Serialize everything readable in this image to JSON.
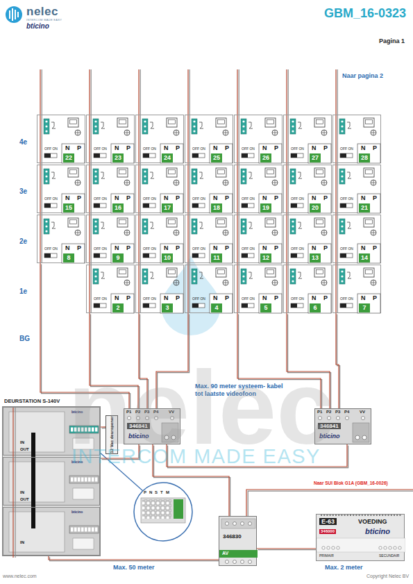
{
  "diagram": {
    "title": "GBM_16-0323",
    "nodes": [
      {
        "text": [
          "OFF ON",
          "N",
          "P",
          "22"
        ]
      },
      {
        "text": [
          "OFF ON",
          "N",
          "P",
          "23"
        ]
      },
      {
        "text": [
          "OFF ON",
          "N",
          "P",
          "24"
        ]
      },
      {
        "text": [
          "OFF ON",
          "N",
          "P",
          "25"
        ]
      },
      {
        "text": [
          "OFF ON",
          "N",
          "P",
          "26"
        ]
      },
      {
        "text": [
          "OFF ON",
          "N",
          "P",
          "27"
        ]
      },
      {
        "text": [
          "OFF ON",
          "N",
          "P",
          "28"
        ]
      },
      {
        "text": [
          "OFF ON",
          "N",
          "P",
          "15"
        ]
      },
      {
        "text": [
          "OFF ON",
          "N",
          "P",
          "16"
        ]
      },
      {
        "text": [
          "OFF ON",
          "N",
          "P",
          "17"
        ]
      },
      {
        "text": [
          "OFF ON",
          "N",
          "P",
          "18"
        ]
      },
      {
        "text": [
          "OFF ON",
          "N",
          "P",
          "19"
        ]
      },
      {
        "text": [
          "OFF ON",
          "N",
          "P",
          "20"
        ]
      },
      {
        "text": [
          "OFF ON",
          "N",
          "P",
          "21"
        ]
      },
      {
        "text": [
          "OFF ON",
          "N",
          "P",
          "8"
        ]
      },
      {
        "text": [
          "OFF ON",
          "N",
          "P",
          "9"
        ]
      },
      {
        "text": [
          "OFF ON",
          "N",
          "P",
          "10"
        ]
      },
      {
        "text": [
          "OFF ON",
          "N",
          "P",
          "11"
        ]
      },
      {
        "text": [
          "OFF ON",
          "N",
          "P",
          "12"
        ]
      },
      {
        "text": [
          "OFF ON",
          "N",
          "P",
          "13"
        ]
      },
      {
        "text": [
          "OFF ON",
          "N",
          "P",
          "14"
        ]
      },
      {
        "text": [
          "OFF ON",
          "N",
          "P",
          "2"
        ]
      },
      {
        "text": [
          "OFF ON",
          "N",
          "P",
          "3"
        ]
      },
      {
        "text": [
          "OFF ON",
          "N",
          "P",
          "4"
        ]
      },
      {
        "text": [
          "OFF ON",
          "N",
          "P",
          "5"
        ]
      },
      {
        "text": [
          "OFF ON",
          "N",
          "P",
          "6"
        ]
      },
      {
        "text": [
          "OFF ON",
          "N",
          "P",
          "7"
        ]
      },
      {
        "text": [
          "DEURSTATION S-140V"
        ]
      },
      {
        "text": [
          "bticino",
          "IN",
          "OUT"
        ],
        "in": 27
      },
      {
        "text": [
          "bticino",
          "IN",
          "OUT"
        ],
        "in": 27
      },
      {
        "text": [
          "bticino",
          "IN"
        ],
        "in": 27
      },
      {
        "text": [
          "12 Vac deuropener"
        ]
      },
      {
        "text": [
          "P1",
          "P2",
          "P3",
          "P4",
          "VV",
          "346841",
          "bticino"
        ]
      },
      {
        "text": [
          "P1",
          "P2",
          "P3",
          "P4",
          "VV",
          "346841",
          "bticino"
        ]
      },
      {
        "text": [
          "346830",
          "AV"
        ]
      },
      {
        "text": [
          "E-63",
          "VOEDING",
          "346000",
          "bticino",
          "PRIMAIR",
          "SECUNDAIR"
        ]
      }
    ],
    "edges": [
      {
        "from": 32,
        "to": 14,
        "arrow": "none"
      },
      {
        "from": 32,
        "to": 21,
        "arrow": "none"
      },
      {
        "from": 32,
        "to": 22,
        "arrow": "none"
      },
      {
        "from": 32,
        "to": 23,
        "arrow": "none"
      },
      {
        "from": 33,
        "to": 24,
        "arrow": "none"
      },
      {
        "from": 33,
        "to": 25,
        "arrow": "none"
      },
      {
        "from": 33,
        "to": 26,
        "arrow": "none"
      },
      {
        "from": 27,
        "to": 31,
        "arrow": "none"
      },
      {
        "from": 27,
        "to": 32,
        "arrow": "none"
      },
      {
        "from": 32,
        "to": 33,
        "arrow": "none"
      },
      {
        "from": 34,
        "to": 32,
        "arrow": "none"
      },
      {
        "from": 27,
        "to": 34,
        "arrow": "none"
      },
      {
        "from": 34,
        "to": 35,
        "arrow": "none"
      }
    ],
    "labels": [
      "Pagina 1",
      "Naar pagina 2",
      "4e",
      "3e",
      "2e",
      "1e",
      "BG",
      "Max. 90 meter systeem- kabel tot laatste videofoon",
      "Naar SUI Blok G1A (GBM_16-0026)",
      "Max. 50 meter",
      "Max. 2 meter",
      "www.nelec.com",
      "Copyright Nelec BV",
      "nelec",
      "INTERCOM MADE EASY",
      "bticino",
      "nelec",
      "INTERCOM MADE EASY",
      "P",
      "N",
      "S",
      "T",
      "M"
    ]
  }
}
